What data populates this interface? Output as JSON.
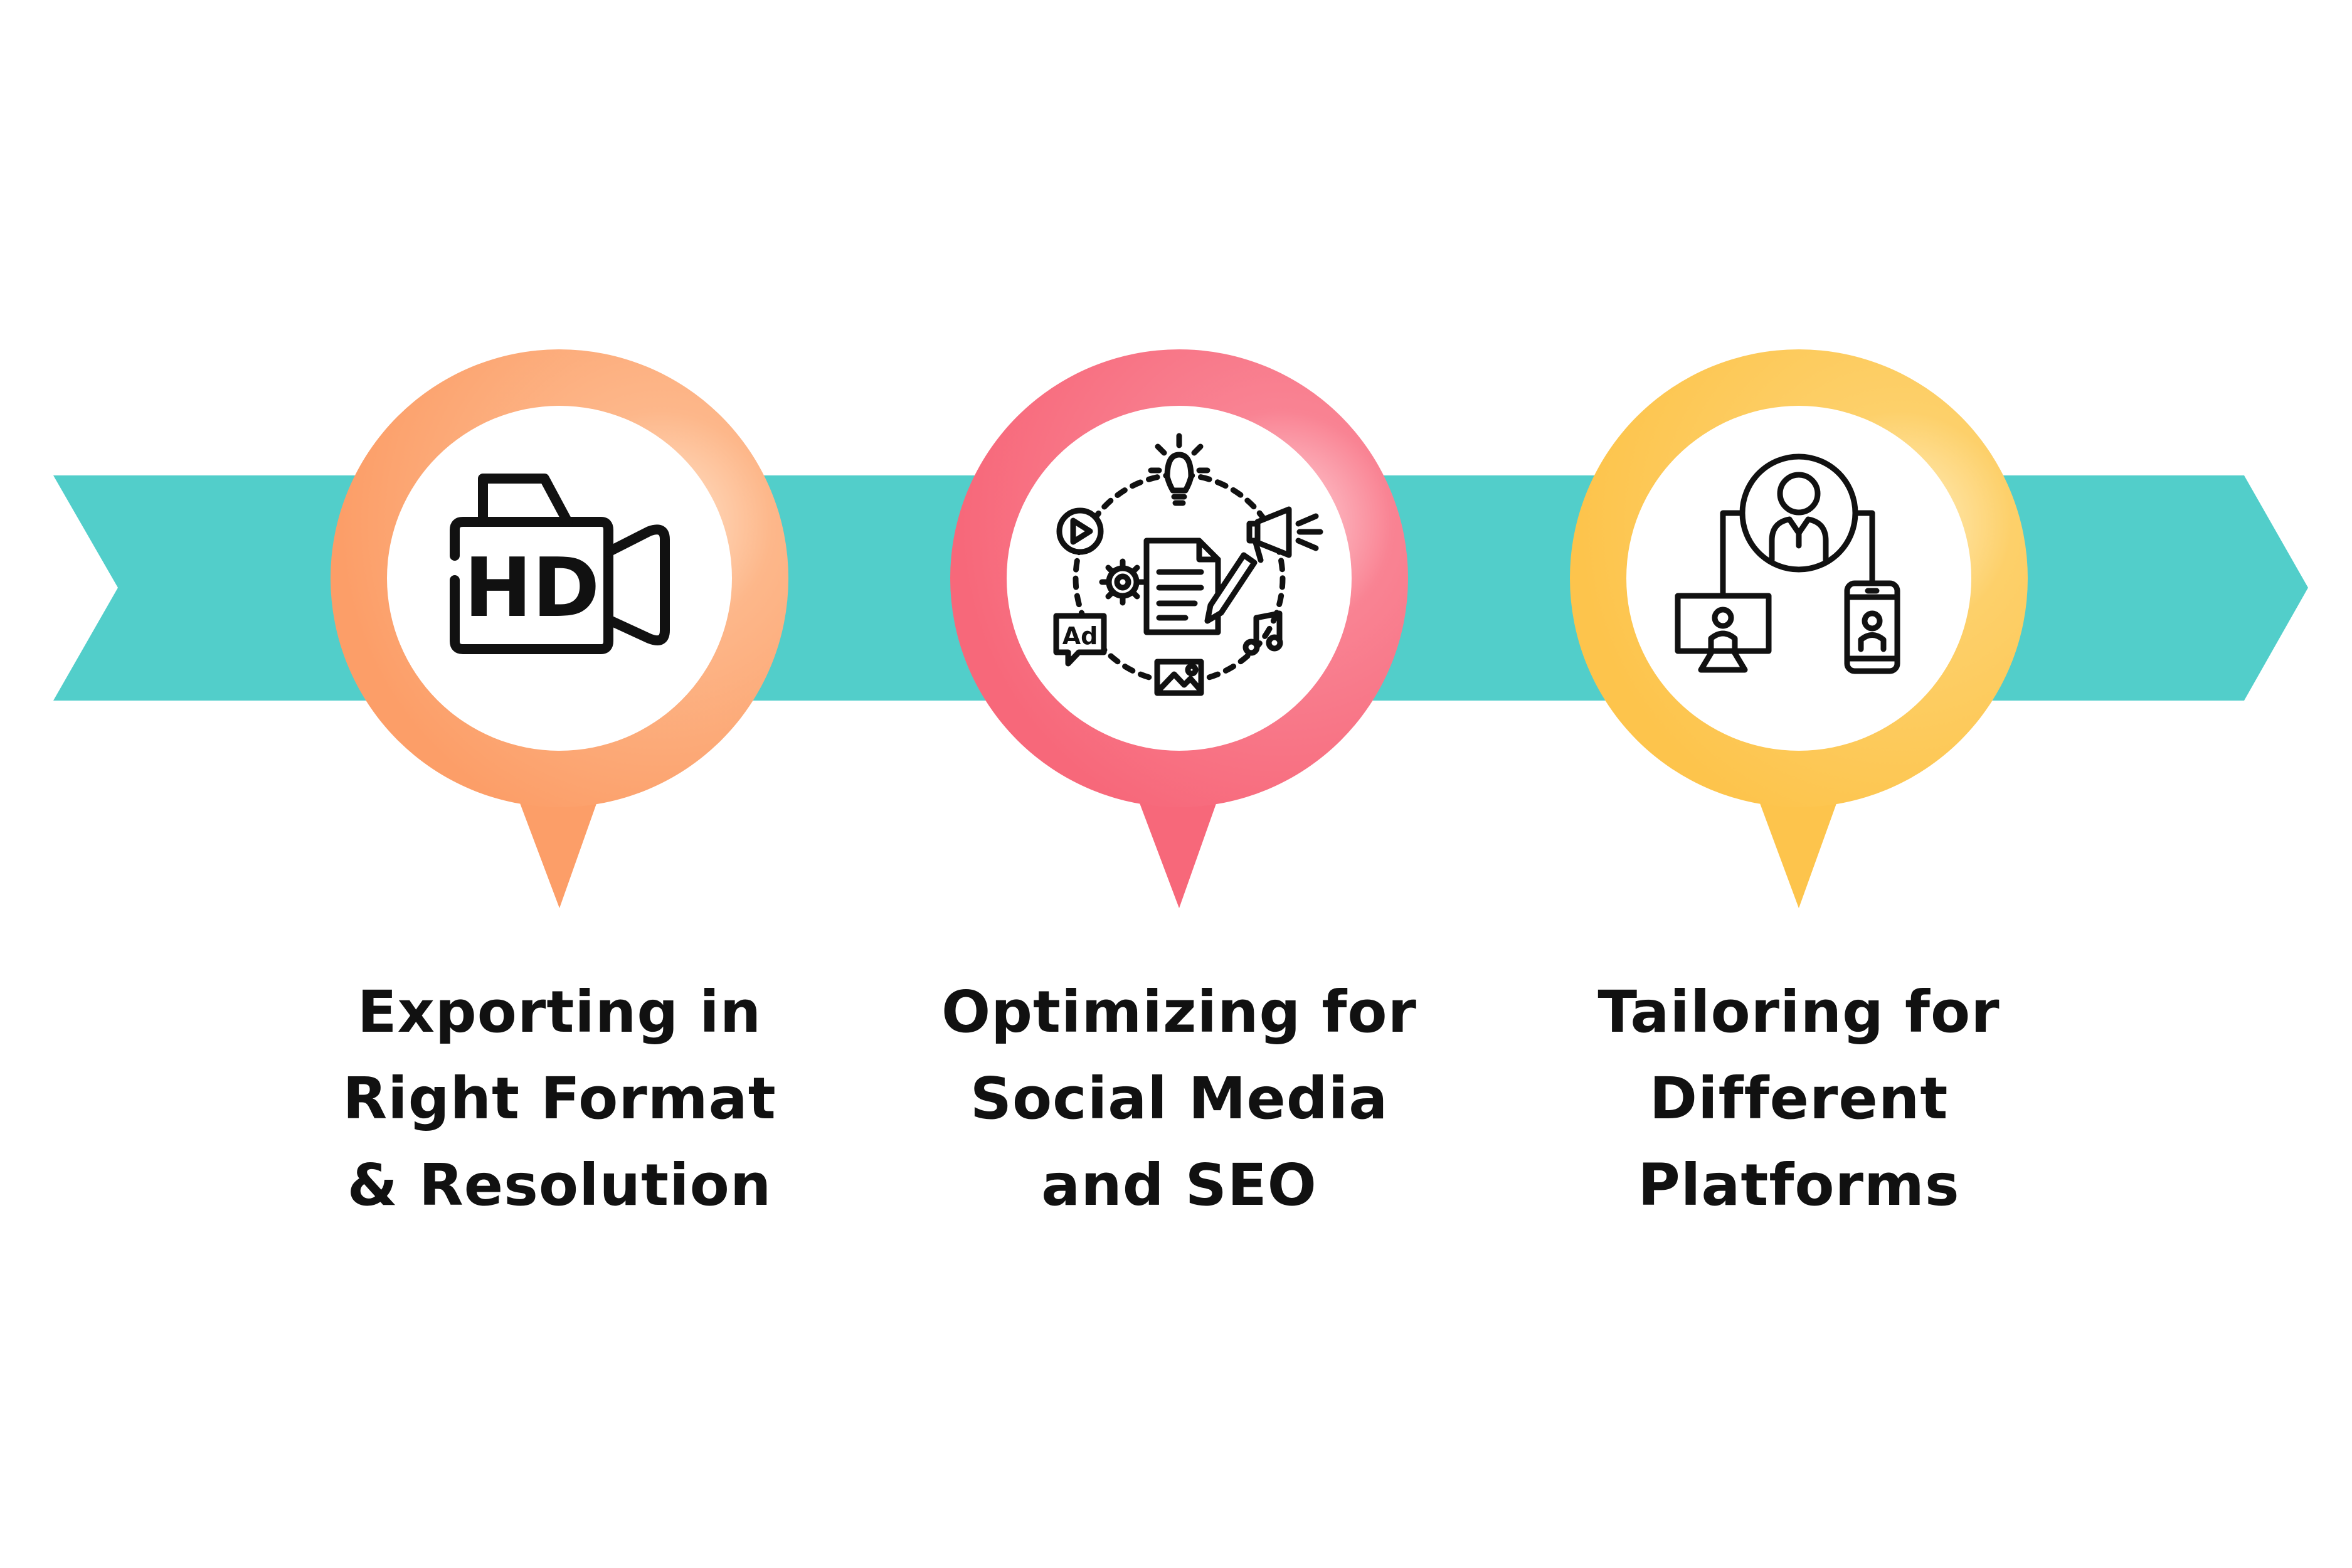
{
  "colors": {
    "ribbon": "#52CECA",
    "step1": "#FC9E68",
    "step2": "#F7687A",
    "step3": "#FDC44C",
    "icon": "#111111",
    "text": "#111111"
  },
  "steps": [
    {
      "icon": "hd-video-camera-icon",
      "icon_text": "HD",
      "label_lines": [
        "Exporting in",
        "Right Format",
        "& Resolution"
      ]
    },
    {
      "icon": "content-marketing-icon",
      "icon_text": "Ad",
      "label_lines": [
        "Optimizing for",
        "Social Media",
        "and SEO"
      ]
    },
    {
      "icon": "multi-platform-user-icon",
      "icon_text": "",
      "label_lines": [
        "Tailoring for",
        "Different",
        "Platforms"
      ]
    }
  ]
}
